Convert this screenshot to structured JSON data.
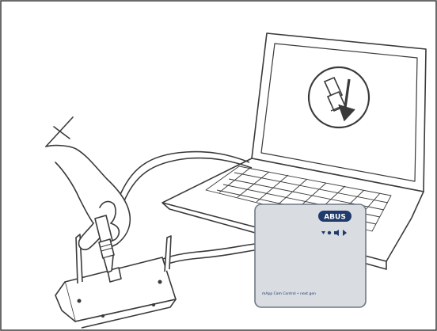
{
  "illustration": {
    "device": {
      "brand": "ABUS",
      "product_line": "smartvest-style wall unit",
      "caption": "mApp Cam Control • next gen",
      "status_icons": [
        "wifi-icon",
        "power-icon",
        "speaker-icon",
        "play-icon"
      ]
    },
    "laptop_screen_icon": "ethernet-plug-arrow-icon",
    "colors": {
      "line": "#3a3a3a",
      "device_fill": "#d9dce0",
      "device_stroke": "#6f7a86",
      "brand_badge": "#1f3a6b",
      "frame": "#3a3a3a"
    }
  }
}
